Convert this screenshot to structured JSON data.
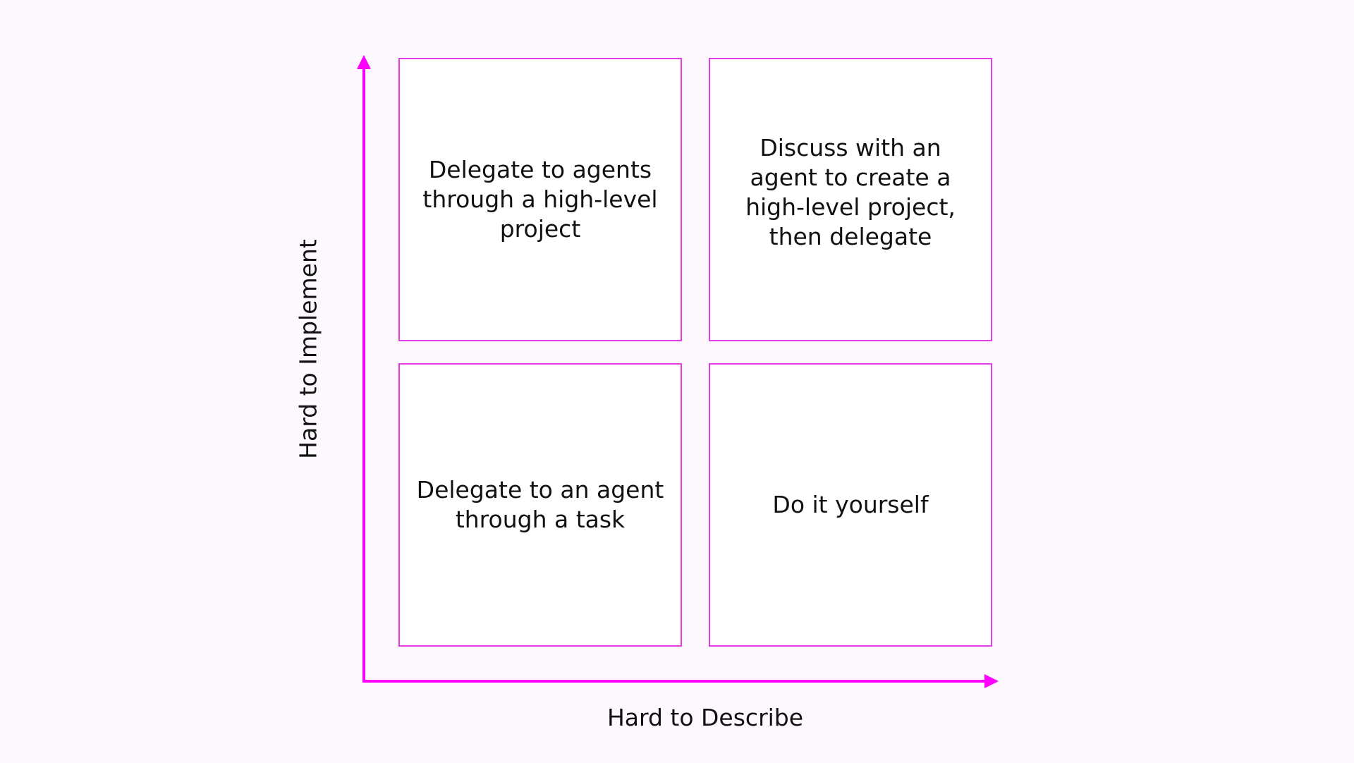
{
  "colors": {
    "accent": "#ff00ff",
    "box_border": "#e53de5",
    "background": "#fdf8fd",
    "text": "#111111"
  },
  "axes": {
    "x_label": "Hard to Describe",
    "y_label": "Hard to Implement"
  },
  "quadrants": {
    "top_left": "Delegate to agents through a high-level project",
    "top_right": "Discuss with an agent to create a high-level project, then delegate",
    "bottom_left": "Delegate to an agent through a task",
    "bottom_right": "Do it yourself"
  }
}
